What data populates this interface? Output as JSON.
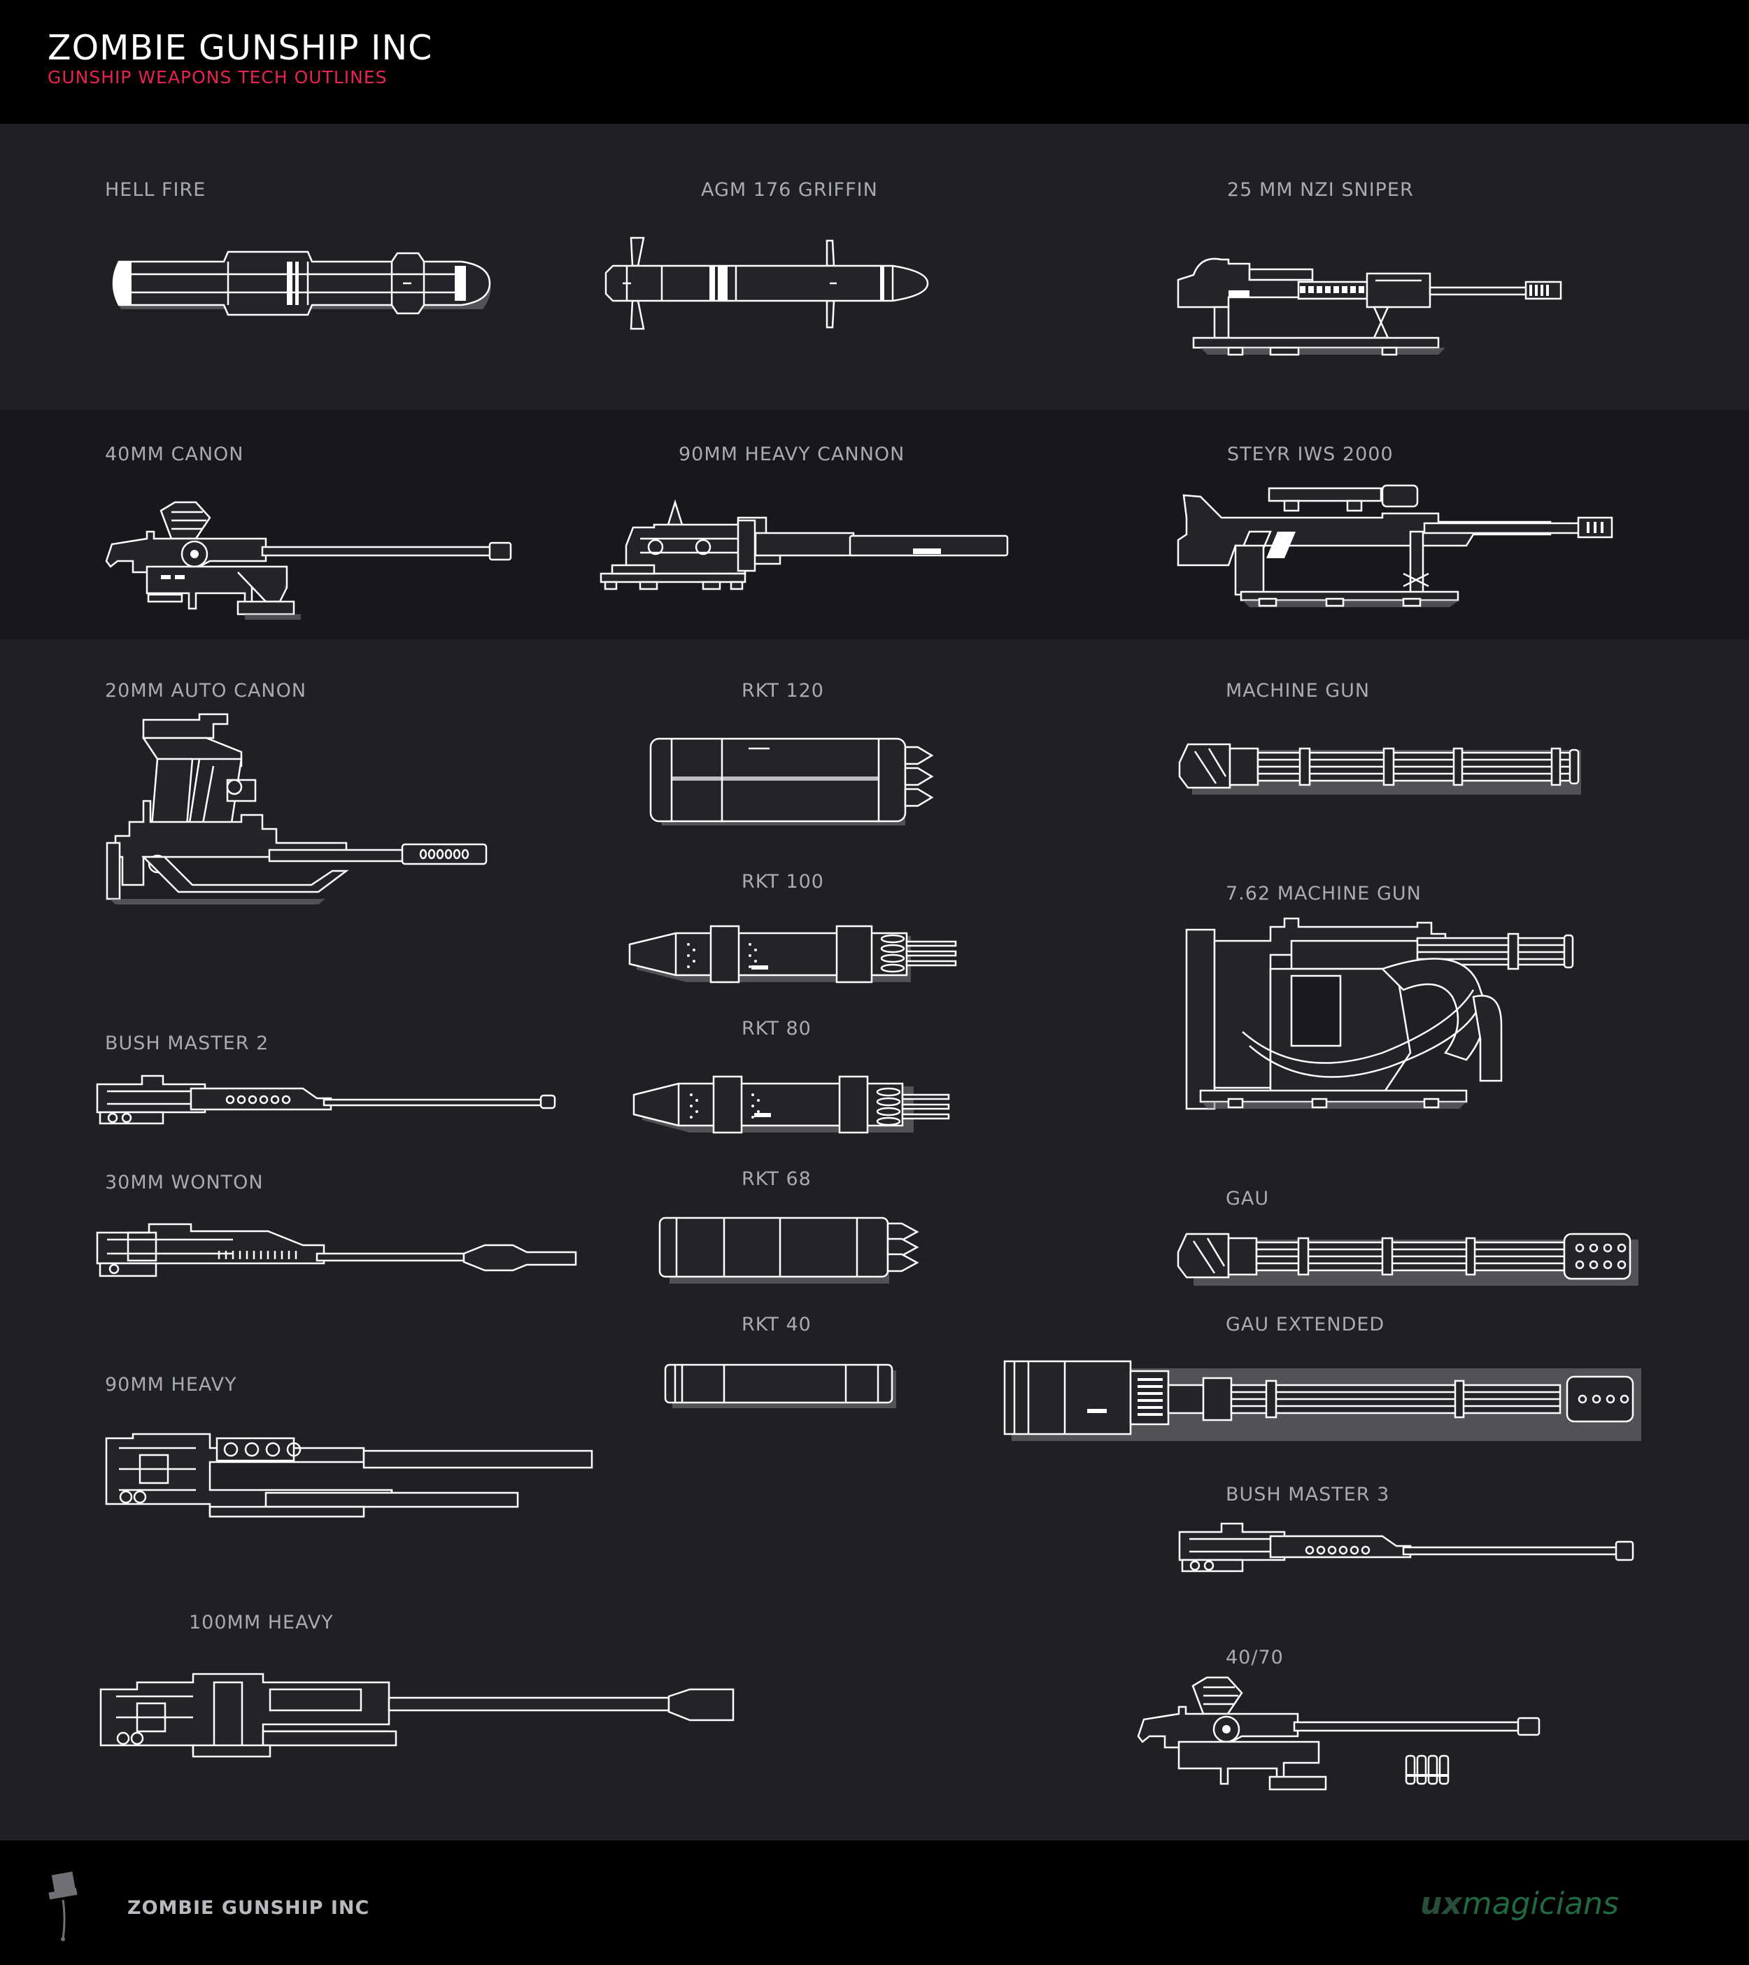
{
  "header": {
    "title": "ZOMBIE GUNSHIP INC",
    "subtitle": "GUNSHIP WEAPONS TECH OUTLINES"
  },
  "weapons": [
    {
      "label": "HELL FIRE",
      "icon": "missile-icon"
    },
    {
      "label": "AGM 176 GRIFFIN",
      "icon": "missile-icon"
    },
    {
      "label": "25 MM NZI SNIPER",
      "icon": "sniper-rifle-icon"
    },
    {
      "label": "40MM CANON",
      "icon": "cannon-icon"
    },
    {
      "label": "90MM HEAVY CANNON",
      "icon": "cannon-icon"
    },
    {
      "label": "STEYR IWS 2000",
      "icon": "sniper-rifle-icon"
    },
    {
      "label": "20MM AUTO CANON",
      "icon": "autocannon-icon"
    },
    {
      "label": "RKT 120",
      "icon": "rocket-pod-icon"
    },
    {
      "label": "MACHINE GUN",
      "icon": "gatling-gun-icon"
    },
    {
      "label": "RKT 100",
      "icon": "rocket-pod-icon"
    },
    {
      "label": "7.62 MACHINE GUN",
      "icon": "minigun-icon"
    },
    {
      "label": "BUSH MASTER 2",
      "icon": "chain-gun-icon"
    },
    {
      "label": "RKT 80",
      "icon": "rocket-pod-icon"
    },
    {
      "label": "30MM WONTON",
      "icon": "autocannon-icon"
    },
    {
      "label": "RKT 68",
      "icon": "rocket-pod-icon"
    },
    {
      "label": "GAU",
      "icon": "gatling-gun-icon"
    },
    {
      "label": "RKT 40",
      "icon": "rocket-pod-icon"
    },
    {
      "label": "GAU EXTENDED",
      "icon": "gatling-gun-icon"
    },
    {
      "label": "90MM HEAVY",
      "icon": "howitzer-icon"
    },
    {
      "label": "BUSH MASTER 3",
      "icon": "chain-gun-icon"
    },
    {
      "label": "100MM HEAVY",
      "icon": "howitzer-icon"
    },
    {
      "label": "40/70",
      "icon": "cannon-icon"
    }
  ],
  "footer": {
    "name": "ZOMBIE GUNSHIP INC",
    "partner_logo_ux": "ux",
    "partner_logo_rest": "magicians"
  },
  "colors": {
    "background": "#1d1e22",
    "band_dark": "#17181b",
    "header": "#000000",
    "accent": "#e8234f",
    "outline": "#ffffff",
    "label": "#a9abb1"
  }
}
